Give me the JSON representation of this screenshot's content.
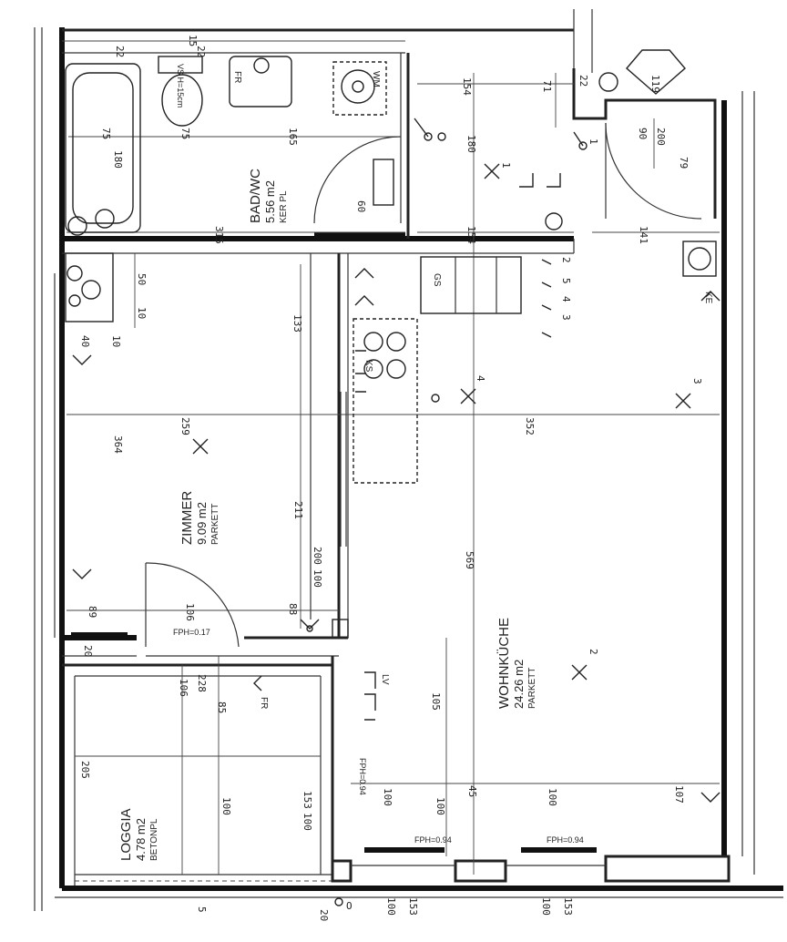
{
  "rooms": {
    "bad": {
      "name": "BAD/WC",
      "area": "5.56 m2",
      "floor": "KER PL"
    },
    "zimmer": {
      "name": "ZIMMER",
      "area": "9.09 m2",
      "floor": "PARKETT"
    },
    "wohnkueche": {
      "name": "WOHNKÜCHE",
      "area": "24.26 m2",
      "floor": "PARKETT"
    },
    "loggia": {
      "name": "LOGGIA",
      "area": "4.78 m2",
      "floor": "BETONPL"
    }
  },
  "dimensions": {
    "d22a": "22",
    "d22b": "22",
    "d22c": "22",
    "d15": "15",
    "d75a": "75",
    "d75b": "75",
    "d180a": "180",
    "d165": "165",
    "d154a": "154",
    "d71": "71",
    "d119": "119",
    "d90": "90",
    "d200a": "200",
    "d79": "79",
    "d180b": "180",
    "d60": "60",
    "d315": "315",
    "d154b": "154",
    "d141": "141",
    "d50": "50",
    "d10a": "10",
    "d133": "133",
    "d40": "40",
    "d10b": "10",
    "d364": "364",
    "d259": "259",
    "d352": "352",
    "d211": "211",
    "d569": "569",
    "d200b": "200",
    "d100a": "100",
    "d89": "89",
    "d106a": "106",
    "d88": "88",
    "d20a": "20",
    "d106b": "106",
    "d228": "228",
    "d85": "85",
    "d105": "105",
    "d205": "205",
    "d100b": "100",
    "d153a": "153",
    "d100c": "100",
    "d100d": "100",
    "d100e": "100",
    "d45": "45",
    "d100f": "100",
    "d107": "107",
    "d20b": "20",
    "d100g": "100",
    "d153b": "153",
    "d100h": "100",
    "d153c": "153",
    "d5": "5"
  },
  "annotations": {
    "fph1": "FPH=0.17",
    "fph2": "FPH=0.94",
    "fph3": "FPH=0.94",
    "fph4": "FPH=0.94",
    "vs": "VS H=15cm",
    "wm": "WM",
    "fr1": "FR",
    "fr2": "FR",
    "lv": "LV",
    "gs": "GS",
    "ks": "KS",
    "ke": "KE",
    "o": "O",
    "c1": "1",
    "c2": "2",
    "c3": "3",
    "c4": "4",
    "c5": "5",
    "x1": "1",
    "x2": "2",
    "x3": "3",
    "x4": "4"
  }
}
